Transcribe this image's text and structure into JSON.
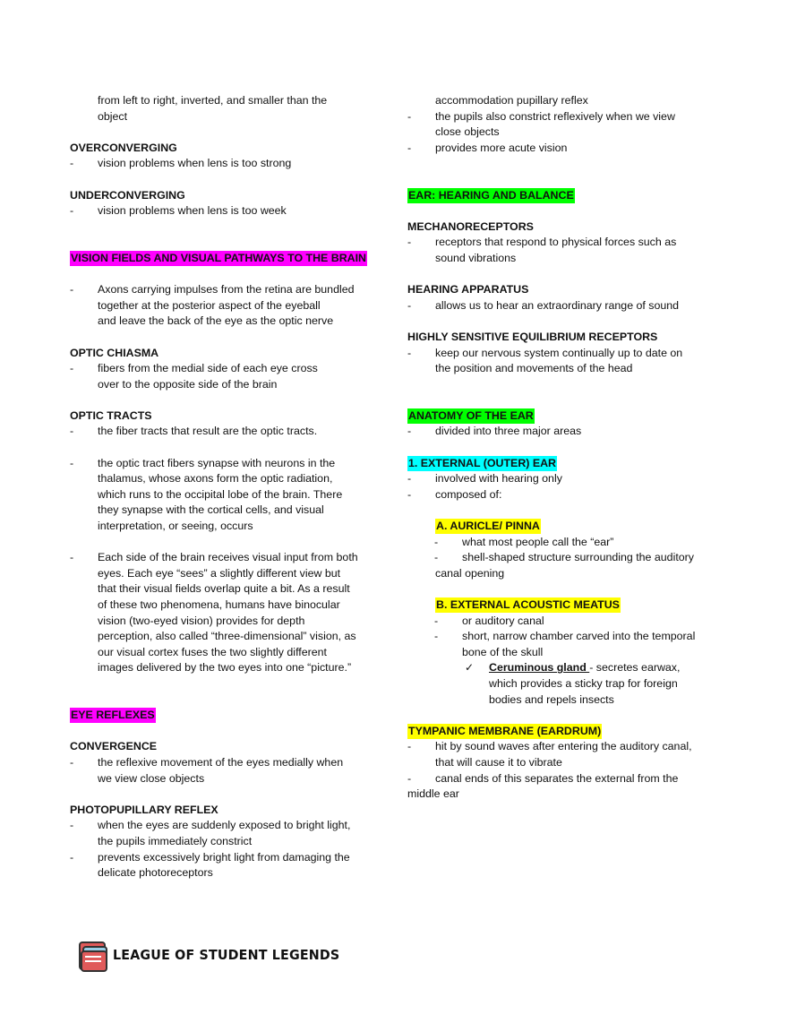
{
  "left": {
    "intro": [
      "from left to right, inverted, and smaller than the",
      "object"
    ],
    "overconverging": {
      "title": "OVERCONVERGING",
      "items": [
        "vision problems when lens is too strong"
      ]
    },
    "underconverging": {
      "title": "UNDERCONVERGING",
      "items": [
        "vision problems when lens is too week"
      ]
    },
    "vision_fields": {
      "heading": "VISION FIELDS AND VISUAL PATHWAYS TO THE BRAIN",
      "item_lines": [
        "Axons carrying impulses from the retina are bundled",
        "together at the posterior aspect of the eyeball",
        "and leave the back of the eye as the optic nerve"
      ]
    },
    "optic_chiasma": {
      "title": "OPTIC CHIASMA",
      "lines": [
        "fibers from the medial side of each eye cross",
        "over to the opposite side of the brain"
      ]
    },
    "optic_tracts": {
      "title": "OPTIC TRACTS",
      "item1": [
        "the fiber tracts that result are the optic tracts."
      ],
      "item2": [
        "the optic tract fibers synapse with neurons in the",
        "thalamus, whose axons form the optic radiation,",
        "which runs to the occipital lobe of the brain. There",
        "they synapse with the cortical cells, and visual",
        "interpretation, or seeing, occurs"
      ],
      "item3": [
        "Each side of the brain receives visual input from both",
        "eyes. Each eye “sees” a slightly different view but",
        "that their visual fields overlap quite a bit. As a result",
        "of these two phenomena, humans have binocular",
        "vision (two-eyed vision) provides for depth",
        "perception, also called “three-dimensional” vision, as",
        "our visual cortex fuses the two slightly different",
        "images delivered by the two eyes into one “picture.”"
      ]
    },
    "eye_reflexes": {
      "heading": "EYE REFLEXES"
    },
    "convergence": {
      "title": "CONVERGENCE",
      "lines": [
        "the reflexive movement of the eyes medially when",
        "we view close objects"
      ]
    },
    "photopupillary": {
      "title": "PHOTOPUPILLARY REFLEX",
      "item1": [
        "when the eyes are suddenly exposed to bright light,",
        "the pupils immediately constrict"
      ],
      "item2": [
        "prevents excessively bright light from damaging the",
        "delicate photoreceptors"
      ]
    }
  },
  "right": {
    "intro": "accommodation pupillary reflex",
    "item1": [
      "the pupils also constrict reflexively when we view",
      "close objects"
    ],
    "item2": [
      "provides more acute vision"
    ],
    "ear_heading": "EAR: HEARING AND BALANCE",
    "mechanoreceptors": {
      "title": "MECHANORECEPTORS",
      "lines": [
        "receptors that respond to physical forces such as",
        "sound vibrations"
      ]
    },
    "hearing_apparatus": {
      "title": "HEARING APPARATUS",
      "lines": [
        "allows us to hear an extraordinary range of sound"
      ]
    },
    "equilibrium": {
      "title": "HIGHLY SENSITIVE EQUILIBRIUM RECEPTORS",
      "lines": [
        "keep our nervous system continually up to date on",
        "the position and movements of the head"
      ]
    },
    "anatomy": {
      "heading": "ANATOMY OF THE EAR",
      "lines": [
        "divided into three major areas"
      ]
    },
    "external_ear": {
      "heading": "1.  EXTERNAL (OUTER) EAR",
      "item1": "involved with hearing only",
      "item2": "composed of:"
    },
    "auricle": {
      "heading": "A.  AURICLE/ PINNA",
      "item1": "what most people call the “ear”",
      "item2": [
        "shell-shaped structure surrounding the auditory",
        "canal opening"
      ]
    },
    "meatus": {
      "heading": "B.  EXTERNAL ACOUSTIC MEATUS",
      "item1": "or auditory canal",
      "item2": [
        "short, narrow chamber carved into the temporal",
        "bone of the skull"
      ],
      "check_term": "Ceruminous gland ",
      "check_lines": [
        "- secretes earwax,",
        "which provides a sticky trap for foreign",
        "bodies and repels insects"
      ]
    },
    "tympanic": {
      "heading": "TYMPANIC MEMBRANE (EARDRUM)",
      "item1": [
        "hit by sound waves after entering the auditory canal,",
        "that will cause it to vibrate"
      ],
      "item2": [
        "canal ends of this separates the external from the",
        "middle ear"
      ]
    }
  },
  "footer": {
    "logo_text": "LEAGUE OF STUDENT LEGENDS",
    "logo_icon": "book-stack-icon"
  },
  "colors": {
    "magenta": "#ff00ff",
    "green": "#00ff00",
    "cyan": "#00ffff",
    "yellow": "#ffff00"
  }
}
